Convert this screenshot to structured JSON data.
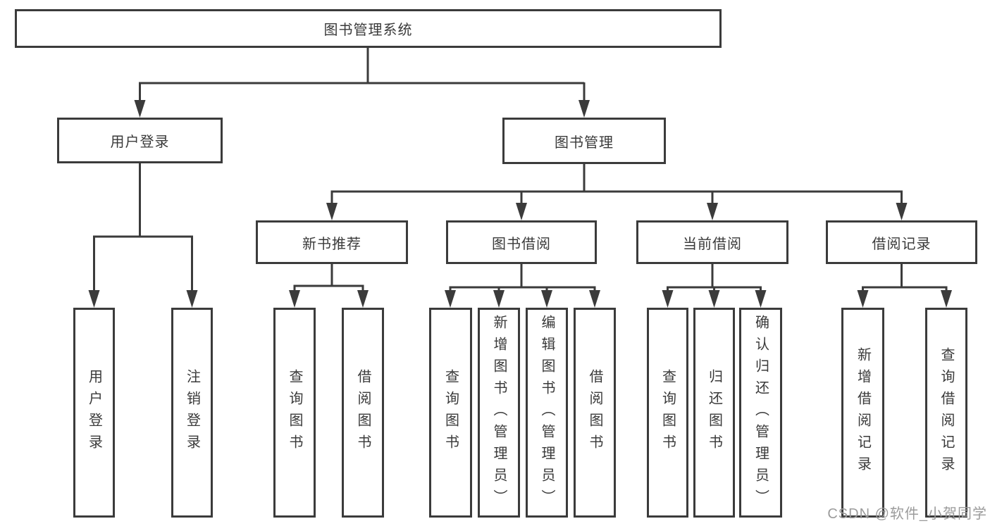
{
  "diagram": {
    "tree": {
      "label": "图书管理系统",
      "children": [
        {
          "label": "用户登录",
          "children": [
            {
              "label": "用户登录"
            },
            {
              "label": "注销登录"
            }
          ]
        },
        {
          "label": "图书管理",
          "children": [
            {
              "label": "新书推荐",
              "children": [
                {
                  "label": "查询图书"
                },
                {
                  "label": "借阅图书"
                }
              ]
            },
            {
              "label": "图书借阅",
              "children": [
                {
                  "label": "查询图书"
                },
                {
                  "label": "新增图书（管理员）"
                },
                {
                  "label": "编辑图书（管理员）"
                },
                {
                  "label": "借阅图书"
                }
              ]
            },
            {
              "label": "当前借阅",
              "children": [
                {
                  "label": "查询图书"
                },
                {
                  "label": "归还图书"
                },
                {
                  "label": "确认归还（管理员）"
                }
              ]
            },
            {
              "label": "借阅记录",
              "children": [
                {
                  "label": "新增借阅记录"
                },
                {
                  "label": "查询借阅记录"
                }
              ]
            }
          ]
        }
      ]
    },
    "colors": {
      "line": "#3b3b3b",
      "text": "#3a3a3a",
      "watermark": "#9b9b9b",
      "background": "#ffffff"
    }
  },
  "watermark": {
    "text": "CSDN @软件_小贺同学"
  }
}
